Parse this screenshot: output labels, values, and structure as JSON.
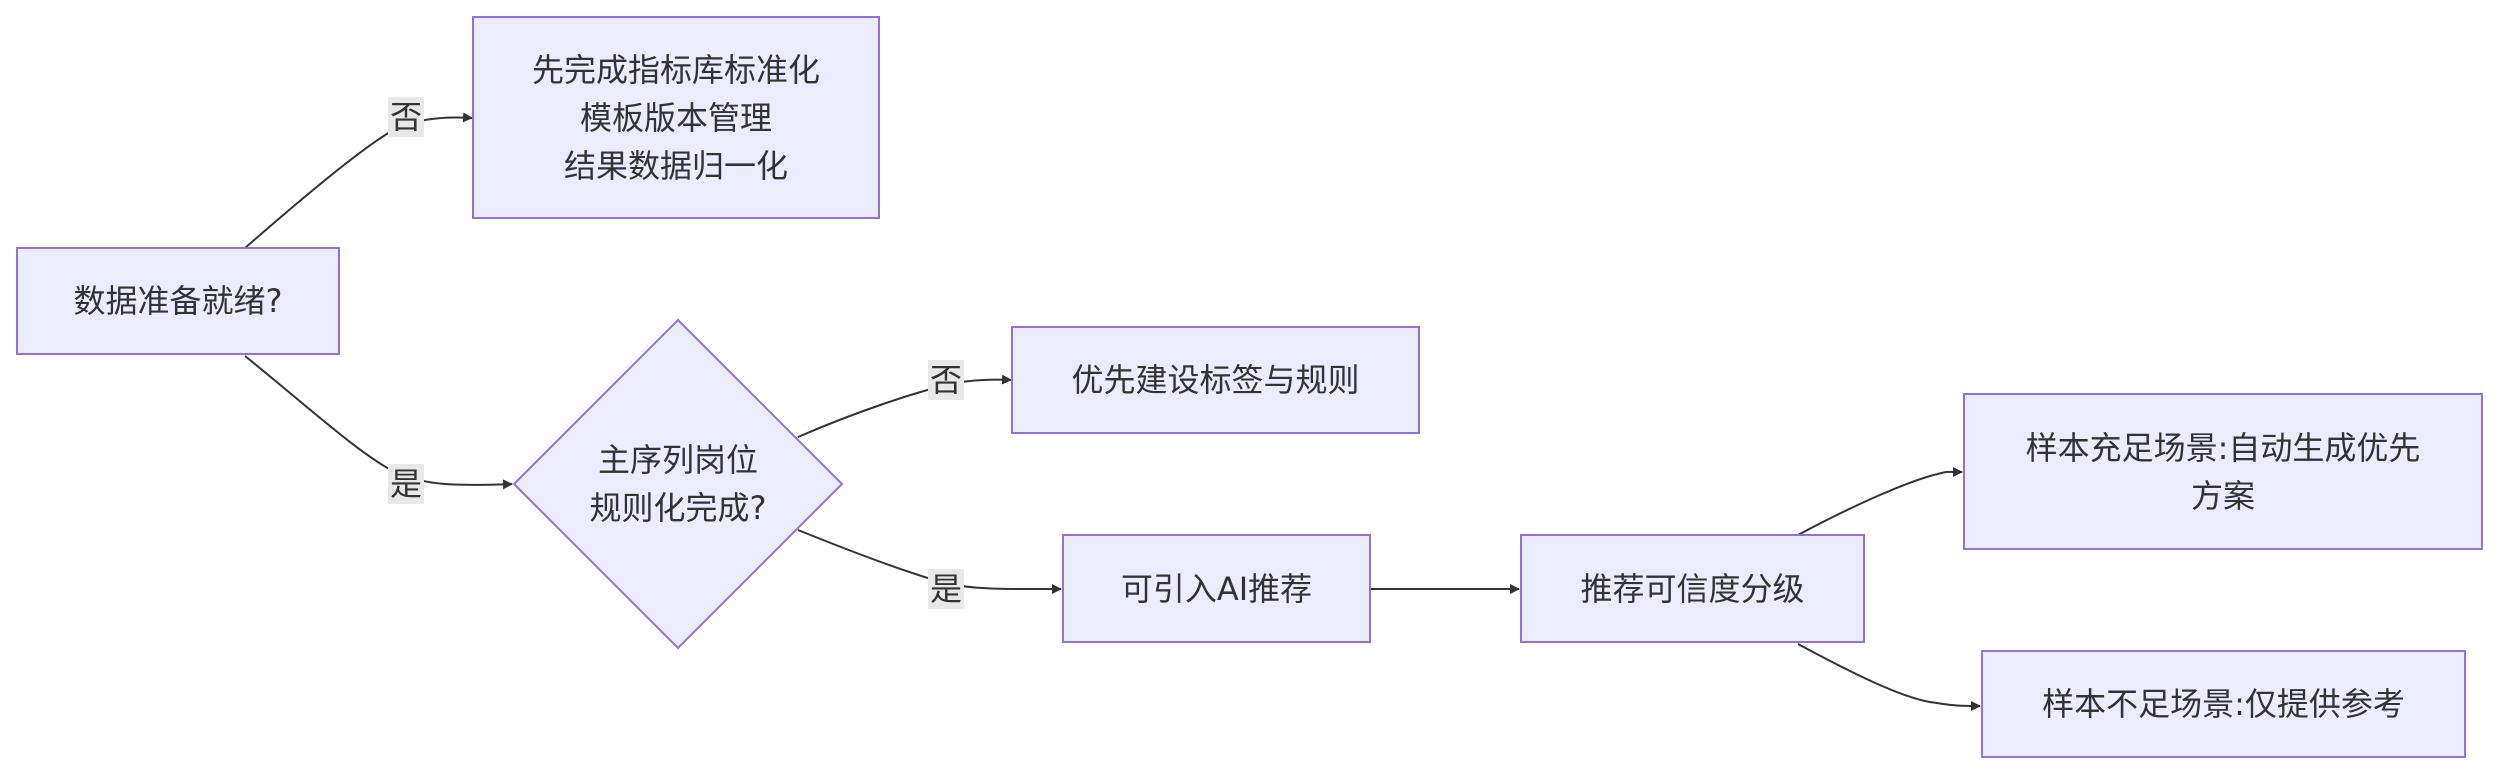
{
  "nodes": {
    "data_ready": {
      "lines": [
        "数据准备就绪?"
      ]
    },
    "standardize_first": {
      "lines": [
        "先完成指标库标准化",
        "模板版本管理",
        "结果数据归一化"
      ]
    },
    "main_sequence_decision": {
      "lines": [
        "主序列岗位",
        "规则化完成?"
      ]
    },
    "build_tags_rules": {
      "lines": [
        "优先建设标签与规则"
      ]
    },
    "ai_recommend": {
      "lines": [
        "可引入AI推荐"
      ]
    },
    "confidence_grading": {
      "lines": [
        "推荐可信度分级"
      ]
    },
    "sufficient_samples": {
      "lines": [
        "样本充足场景:自动生成优先",
        "方案"
      ]
    },
    "insufficient_samples": {
      "lines": [
        "样本不足场景:仅提供参考"
      ]
    }
  },
  "edge_labels": {
    "data_ready_no": "否",
    "data_ready_yes": "是",
    "main_sequence_no": "否",
    "main_sequence_yes": "是"
  },
  "colors": {
    "node_fill": "#ececff",
    "node_border": "#9370db",
    "edge": "#333333",
    "label_bg": "#e8e8e8",
    "text": "#333333"
  }
}
